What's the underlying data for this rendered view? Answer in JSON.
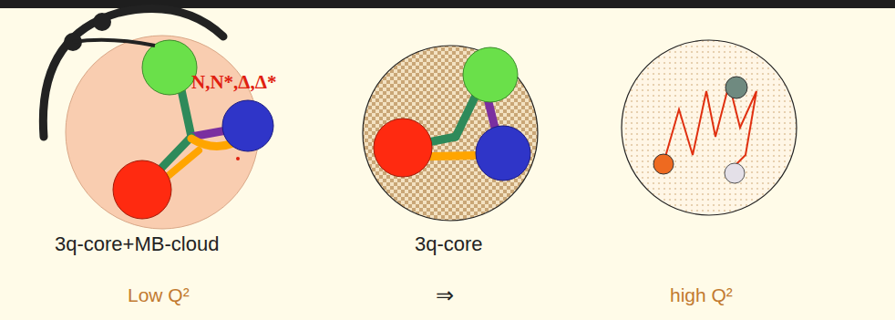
{
  "diagram": {
    "labels": [
      "N,N*,Δ,Δ*",
      "3q-core+MB-cloud",
      "3q-core",
      "Low Q²",
      "⇒",
      "high Q²"
    ]
  }
}
